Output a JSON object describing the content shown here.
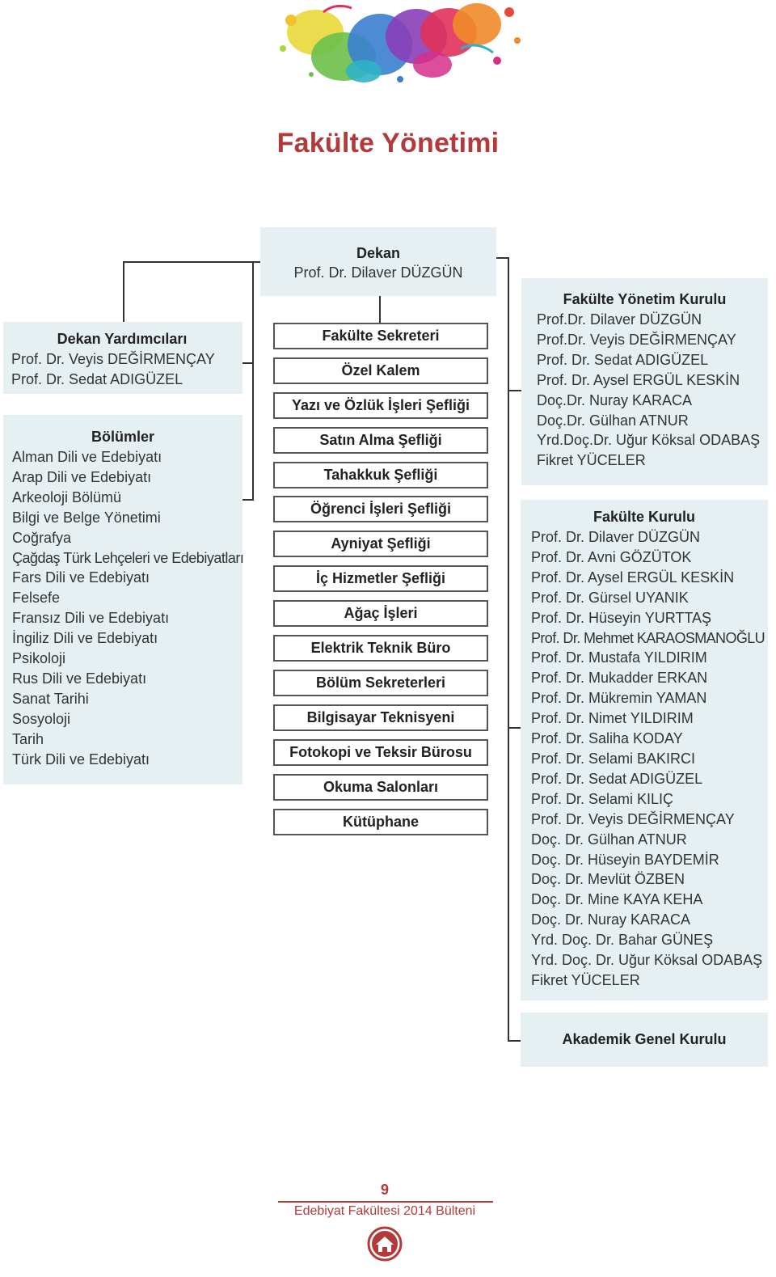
{
  "title": "Fakülte Yönetimi",
  "dekan": {
    "heading": "Dekan",
    "name": "Prof. Dr. Dilaver DÜZGÜN"
  },
  "dekan_yardimcilari": {
    "heading": "Dekan Yardımcıları",
    "names": [
      "Prof. Dr. Veyis DEĞİRMENÇAY",
      "Prof. Dr. Sedat ADIGÜZEL"
    ]
  },
  "bolumler": {
    "heading": "Bölümler",
    "items": [
      "Alman Dili ve Edebiyatı",
      "Arap Dili ve Edebiyatı",
      "Arkeoloji Bölümü",
      "Bilgi ve Belge Yönetimi",
      "Coğrafya",
      "Çağdaş Türk Lehçeleri ve Edebiyatları",
      "Fars Dili ve Edebiyatı",
      "Felsefe",
      "Fransız Dili ve Edebiyatı",
      "İngiliz Dili ve Edebiyatı",
      "Psikoloji",
      "Rus Dili ve Edebiyatı",
      "Sanat Tarihi",
      "Sosyoloji",
      "Tarih",
      "Türk Dili ve Edebiyatı"
    ]
  },
  "units": [
    "Fakülte Sekreteri",
    "Özel Kalem",
    "Yazı ve Özlük İşleri Şefliği",
    "Satın Alma Şefliği",
    "Tahakkuk Şefliği",
    "Öğrenci İşleri Şefliği",
    "Ayniyat Şefliği",
    "İç Hizmetler Şefliği",
    "Ağaç İşleri",
    "Elektrik Teknik Büro",
    "Bölüm Sekreterleri",
    "Bilgisayar Teknisyeni",
    "Fotokopi ve Teksir Bürosu",
    "Okuma Salonları",
    "Kütüphane"
  ],
  "yonetim_kurulu": {
    "heading": "Fakülte Yönetim Kurulu",
    "members": [
      "Prof.Dr. Dilaver DÜZGÜN",
      "Prof.Dr. Veyis DEĞİRMENÇAY",
      "Prof. Dr. Sedat ADIGÜZEL",
      "Prof. Dr. Aysel ERGÜL KESKİN",
      "Doç.Dr. Nuray KARACA",
      "Doç.Dr. Gülhan ATNUR",
      "Yrd.Doç.Dr. Uğur Köksal ODABAŞ",
      "Fikret YÜCELER"
    ]
  },
  "fakulte_kurulu": {
    "heading": "Fakülte Kurulu",
    "members": [
      "Prof. Dr. Dilaver DÜZGÜN",
      "Prof. Dr. Avni GÖZÜTOK",
      "Prof. Dr. Aysel ERGÜL KESKİN",
      "Prof. Dr. Gürsel UYANIK",
      "Prof. Dr. Hüseyin YURTTAŞ",
      "Prof. Dr. Mehmet KARAOSMANOĞLU",
      "Prof. Dr. Mustafa YILDIRIM",
      "Prof. Dr. Mukadder ERKAN",
      "Prof. Dr. Mükremin YAMAN",
      "Prof. Dr. Nimet YILDIRIM",
      "Prof. Dr. Saliha KODAY",
      "Prof. Dr. Selami BAKIRCI",
      "Prof. Dr. Sedat ADIGÜZEL",
      "Prof. Dr. Selami KILIÇ",
      "Prof. Dr. Veyis DEĞİRMENÇAY",
      "Doç. Dr. Gülhan ATNUR",
      "Doç. Dr. Hüseyin BAYDEMİR",
      "Doç. Dr. Mevlüt ÖZBEN",
      "Doç. Dr. Mine KAYA KEHA",
      "Doç. Dr. Nuray KARACA",
      "Yrd. Doç. Dr. Bahar GÜNEŞ",
      "Yrd. Doç. Dr. Uğur Köksal ODABAŞ",
      "Fikret YÜCELER"
    ]
  },
  "akademik_genel_kurulu": {
    "heading": "Akademik Genel Kurulu"
  },
  "footer": {
    "page_number": "9",
    "text": "Edebiyat Fakültesi 2014 Bülteni"
  },
  "icons": {
    "splash": "paint-splash-icon",
    "home": "home-icon"
  },
  "colors": {
    "accent": "#b23a3a",
    "panel": "#e6f0f3",
    "line": "#333333"
  }
}
